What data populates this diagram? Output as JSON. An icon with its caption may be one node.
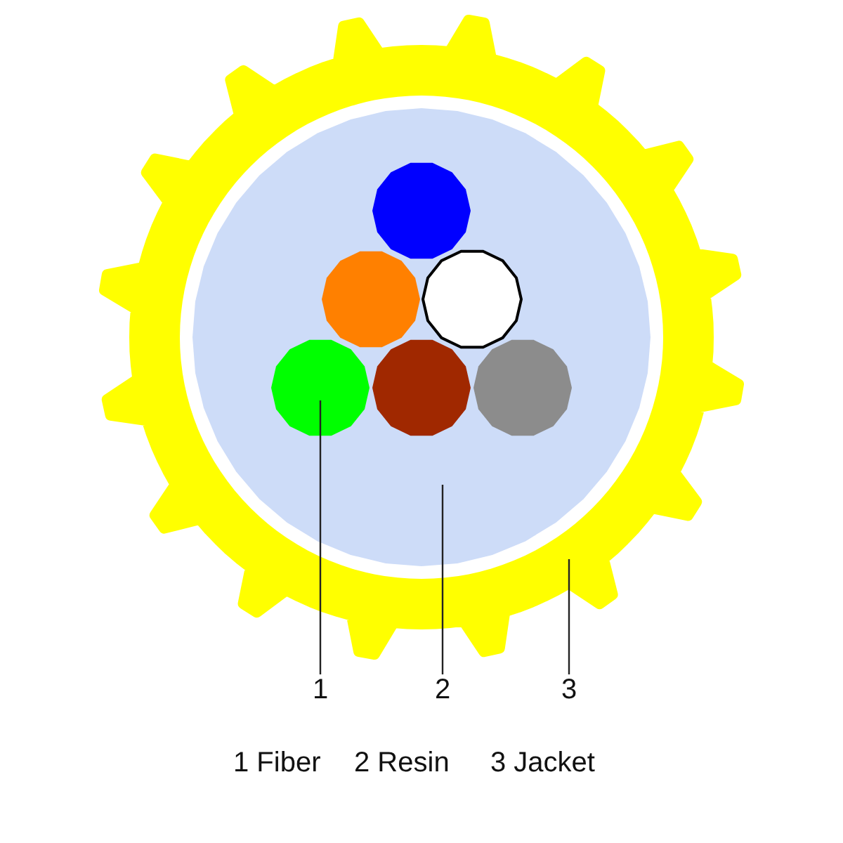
{
  "diagram": {
    "nodes": [
      {
        "text": [],
        "shape": "ring"
      },
      {
        "text": [],
        "shape": "circle",
        "in": 0
      },
      {
        "text": [],
        "shape": "circle",
        "in": 1
      },
      {
        "text": [
          "1"
        ]
      },
      {
        "text": [
          "2"
        ]
      },
      {
        "text": [
          "3"
        ]
      }
    ],
    "edges": [
      {
        "from": 3,
        "to": 2,
        "arrow": "none"
      },
      {
        "from": 4,
        "to": 1,
        "arrow": "none"
      },
      {
        "from": 5,
        "to": 0,
        "arrow": "none"
      }
    ],
    "labels": [
      "1 Fiber",
      "2 Resin",
      "3 Jacket"
    ]
  }
}
